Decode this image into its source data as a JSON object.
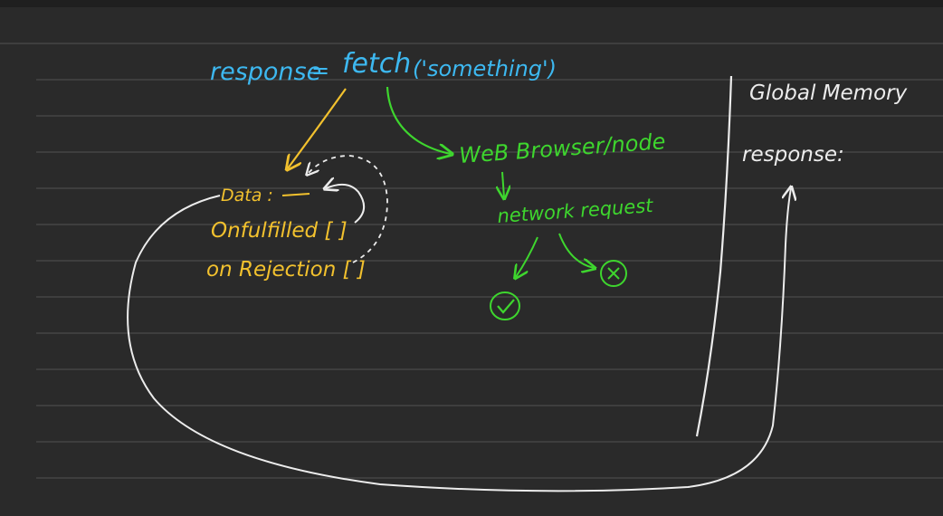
{
  "colors": {
    "background": "#2a2a2a",
    "rule_line": "#4b4b4b",
    "blue_ink": "#3db8f0",
    "yellow_ink": "#f2c12e",
    "green_ink": "#3ed62e",
    "white_ink": "#ececec"
  },
  "code_line": {
    "variable": "response",
    "equals": "=",
    "call": "fetch",
    "argument": "('something')"
  },
  "promise_object": {
    "data": "Data :",
    "on_fulfilled": "Onfulfilled [ ]",
    "on_rejection": "on Rejection [ ]"
  },
  "background_work": {
    "web_browser": "WeB Browser/node",
    "network_request": "network request"
  },
  "global_memory": {
    "title": "Global Memory",
    "entry": "response:"
  },
  "icons": [
    "check-circle-icon",
    "x-circle-icon"
  ]
}
